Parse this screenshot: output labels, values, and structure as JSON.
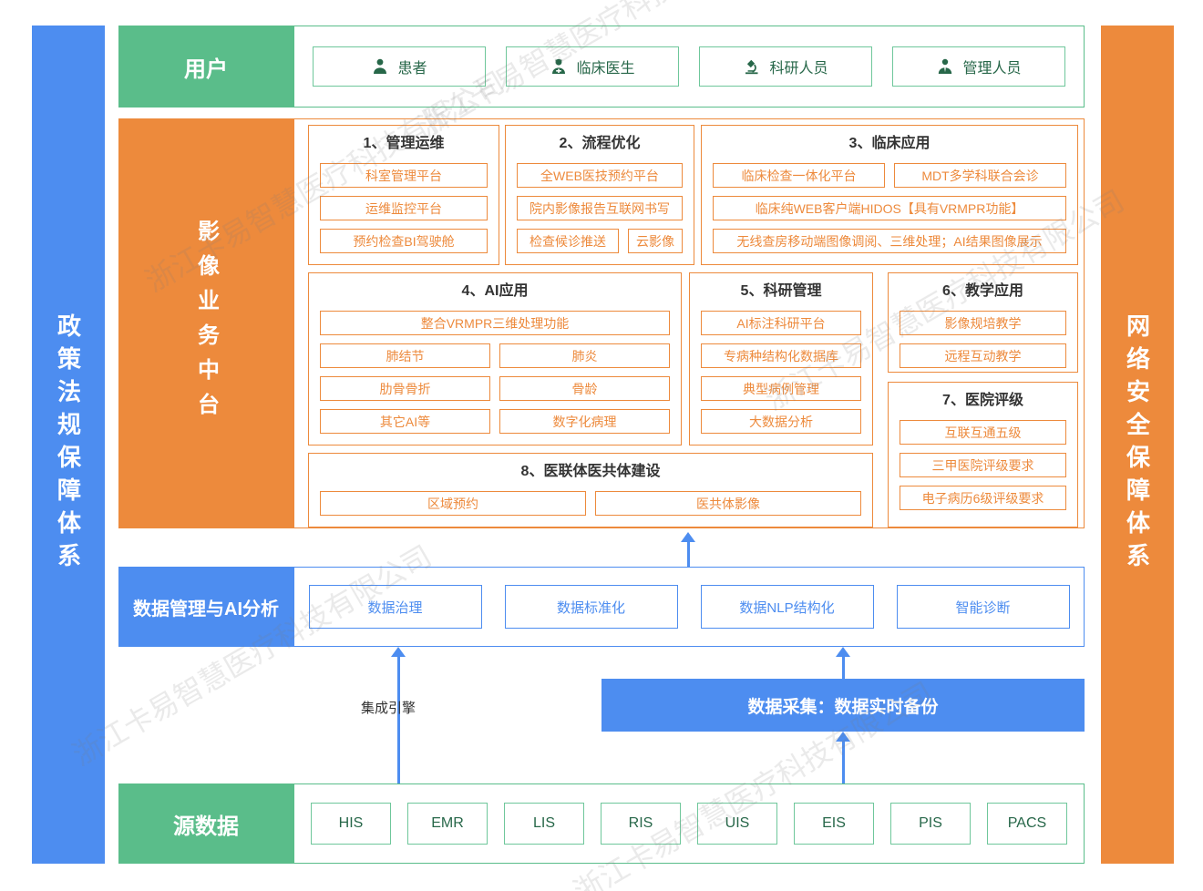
{
  "watermark": "浙江卡易智慧医疗科技有限公司",
  "colors": {
    "green": "#5abd8a",
    "green-dark": "#276749",
    "green-border": "#6fc79b",
    "orange": "#ed8a3c",
    "blue": "#4d8df0",
    "text-dark": "#333333"
  },
  "side_bars": {
    "left": "政策法规保障体系",
    "right": "网络安全保障体系"
  },
  "users": {
    "label": "用户",
    "items": [
      {
        "icon": "patient-icon",
        "label": "患者"
      },
      {
        "icon": "doctor-icon",
        "label": "临床医生"
      },
      {
        "icon": "microscope-icon",
        "label": "科研人员"
      },
      {
        "icon": "admin-icon",
        "label": "管理人员"
      }
    ]
  },
  "platform": {
    "label": "影像业务中台",
    "sections": [
      {
        "title": "1、管理运维",
        "items": [
          "科室管理平台",
          "运维监控平台",
          "预约检查BI驾驶舱"
        ]
      },
      {
        "title": "2、流程优化",
        "items": [
          "全WEB医技预约平台",
          "院内影像报告互联网书写",
          "检查候诊推送",
          "云影像"
        ]
      },
      {
        "title": "3、临床应用",
        "items": [
          "临床检查一体化平台",
          "MDT多学科联合会诊",
          "临床纯WEB客户端HIDOS【具有VRMPR功能】",
          "无线查房移动端图像调阅、三维处理；AI结果图像展示"
        ]
      },
      {
        "title": "4、AI应用",
        "items": [
          "整合VRMPR三维处理功能",
          "肺结节",
          "肺炎",
          "肋骨骨折",
          "骨龄",
          "其它AI等",
          "数字化病理"
        ]
      },
      {
        "title": "5、科研管理",
        "items": [
          "AI标注科研平台",
          "专病种结构化数据库",
          "典型病例管理",
          "大数据分析"
        ]
      },
      {
        "title": "6、教学应用",
        "items": [
          "影像规培教学",
          "远程互动教学"
        ]
      },
      {
        "title": "7、医院评级",
        "items": [
          "互联互通五级",
          "三甲医院评级要求",
          "电子病历6级评级要求"
        ]
      },
      {
        "title": "8、医联体医共体建设",
        "items": [
          "区域预约",
          "医共体影像"
        ]
      }
    ]
  },
  "data_mgmt": {
    "label": "数据管理与AI分析",
    "items": [
      "数据治理",
      "数据标准化",
      "数据NLP结构化",
      "智能诊断"
    ]
  },
  "integration": {
    "engine_label": "集成引擎",
    "collection_label": "数据采集：数据实时备份"
  },
  "source": {
    "label": "源数据",
    "items": [
      "HIS",
      "EMR",
      "LIS",
      "RIS",
      "UIS",
      "EIS",
      "PIS",
      "PACS"
    ]
  }
}
